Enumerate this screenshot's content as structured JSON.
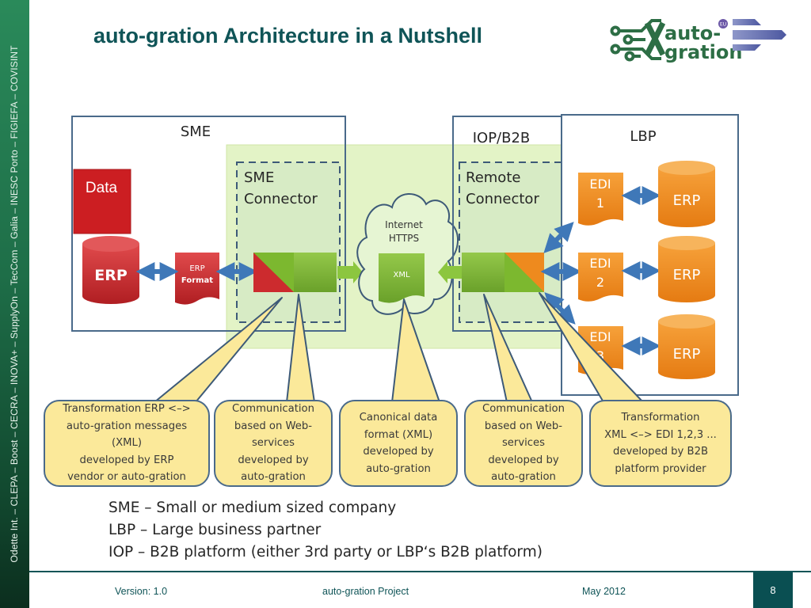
{
  "sidebar": {
    "text": "Odette Int. – CLEPA – Boost – CECRA – INOVA+ – SupplyOn – TecCom – Galia – INESC Porto – FIGIEFA – COVISINT"
  },
  "header": {
    "title": "auto-gration Architecture in a Nutshell",
    "logo": {
      "line1": "auto-",
      "line2": "gration",
      "badge": "EU"
    }
  },
  "colors": {
    "brand_teal": "#0f5457",
    "erp_red": "#c8282c",
    "lbp_orange": "#ee8a1e",
    "connector_green": "#7cb82f",
    "callout_yellow": "#fbe99a",
    "arrow_blue": "#3f78b8"
  },
  "diagram": {
    "sme": {
      "label": "SME",
      "data_label": "Data",
      "erp_label": "ERP",
      "erp_format": [
        "ERP",
        "Format"
      ],
      "connector_label": [
        "SME",
        "Connector"
      ]
    },
    "internet": {
      "label": [
        "Internet",
        "HTTPS"
      ],
      "xml_label": "XML"
    },
    "iop": {
      "label": "IOP/B2B",
      "connector_label": [
        "Remote",
        "Connector"
      ]
    },
    "lbp": {
      "label": "LBP",
      "edi": [
        {
          "label": [
            "EDI",
            "1"
          ],
          "erp": "ERP"
        },
        {
          "label": [
            "EDI",
            "2"
          ],
          "erp": "ERP"
        },
        {
          "label": [
            "EDI",
            "3"
          ],
          "erp": "ERP"
        }
      ]
    },
    "callouts": [
      {
        "lines": [
          "Transformation ERP <–>",
          "auto-gration messages",
          "(XML)",
          "developed by ERP",
          "vendor or auto-gration"
        ]
      },
      {
        "lines": [
          "Communication",
          "based on Web-",
          "services",
          "developed by",
          "auto-gration"
        ]
      },
      {
        "lines": [
          "Canonical data",
          "format (XML)",
          "developed by",
          "auto-gration"
        ]
      },
      {
        "lines": [
          "Communication",
          "based on Web-",
          "services",
          "developed by",
          "auto-gration"
        ]
      },
      {
        "lines": [
          "Transformation",
          "XML <–> EDI 1,2,3 ...",
          "developed by B2B",
          "platform provider"
        ]
      }
    ]
  },
  "legend": [
    "SME – Small  or medium sized company",
    "LBP – Large business partner",
    "IOP – B2B platform (either 3rd party or LBP‘s B2B platform)"
  ],
  "footer": {
    "version": "Version: 1.0",
    "project": "auto-gration Project",
    "date": "May 2012",
    "page": "8"
  }
}
